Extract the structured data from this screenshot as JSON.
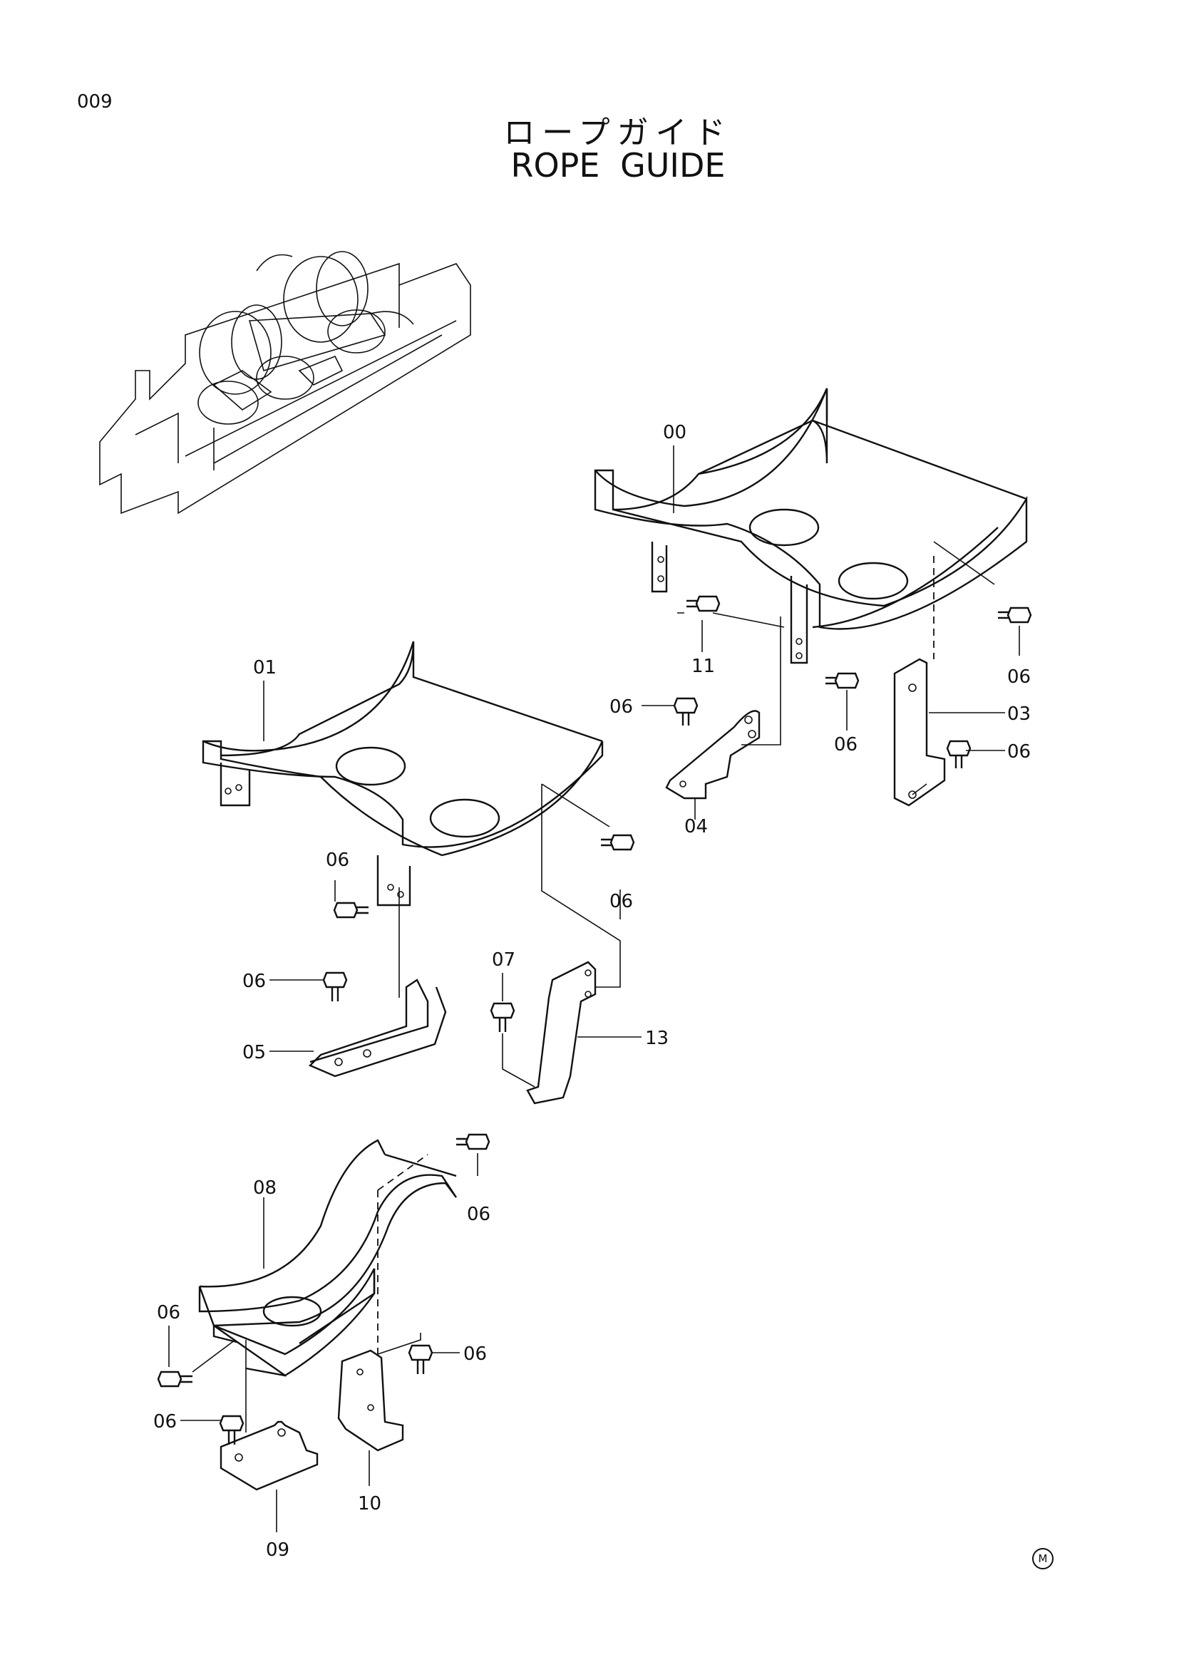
{
  "page_number": "009",
  "title_jp": "ロープガイド",
  "title_en": "ROPE GUIDE",
  "mark": "M",
  "callouts": {
    "c00": "00",
    "c01": "01",
    "c03": "03",
    "c04": "04",
    "c05": "05",
    "c06": "06",
    "c07": "07",
    "c08": "08",
    "c09": "09",
    "c10": "10",
    "c11": "11",
    "c13": "13"
  }
}
